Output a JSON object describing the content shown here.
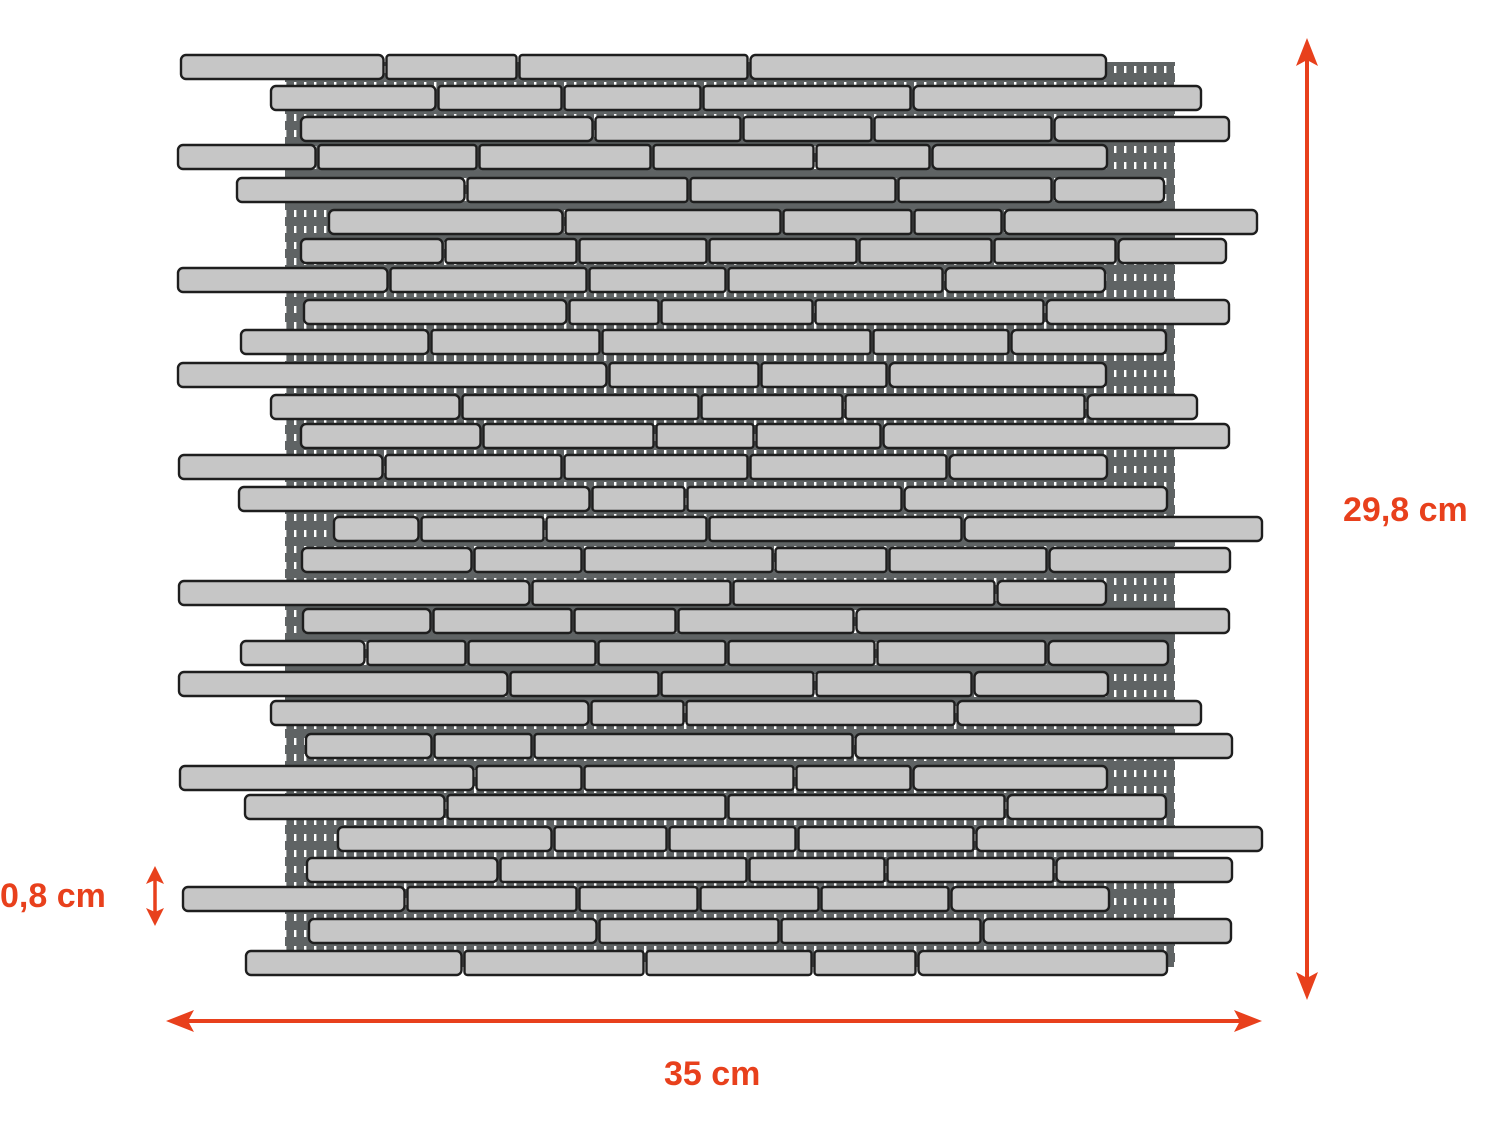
{
  "diagram": {
    "subject": "linear stone mosaic tile sheet on mesh backing",
    "colors": {
      "stone_fill": "#c6c6c6",
      "stone_outline": "#1e1e1e",
      "mesh_backing": "#5f6364",
      "mesh_gap": "#ffffff",
      "dimension_accent": "#e8401c"
    }
  },
  "dimensions": {
    "width": {
      "label": "35 cm",
      "icon": "double-arrow-horizontal"
    },
    "height": {
      "label": "29,8 cm",
      "icon": "double-arrow-vertical"
    },
    "strip_thickness": {
      "label": "0,8 cm",
      "icon": "double-arrow-vertical"
    }
  }
}
